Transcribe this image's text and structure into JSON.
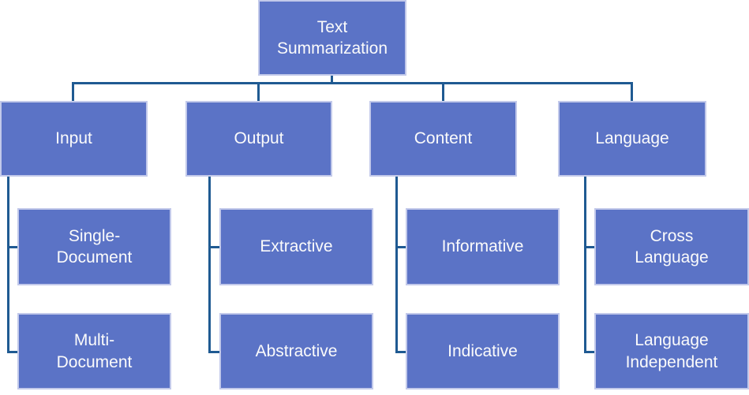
{
  "diagram": {
    "type": "hierarchy",
    "title": "Text Summarization",
    "colors": {
      "node_fill": "#5B73C6",
      "node_border": "#C2C9EA",
      "connector": "#1F5A92",
      "node_text": "#FBFBFB",
      "background": "#FFFFFF"
    },
    "nodes": {
      "root": {
        "label": "Text\nSummarization"
      },
      "input": {
        "label": "Input"
      },
      "output": {
        "label": "Output"
      },
      "content": {
        "label": "Content"
      },
      "language": {
        "label": "Language"
      },
      "single_document": {
        "label": "Single-\nDocument"
      },
      "extractive": {
        "label": "Extractive"
      },
      "informative": {
        "label": "Informative"
      },
      "cross_language": {
        "label": "Cross\nLanguage"
      },
      "multi_document": {
        "label": "Multi-\nDocument"
      },
      "abstractive": {
        "label": "Abstractive"
      },
      "indicative": {
        "label": "Indicative"
      },
      "language_independent": {
        "label": "Language\nIndependent"
      }
    },
    "edges": [
      {
        "from": "root",
        "to": "input"
      },
      {
        "from": "root",
        "to": "output"
      },
      {
        "from": "root",
        "to": "content"
      },
      {
        "from": "root",
        "to": "language"
      },
      {
        "from": "input",
        "to": "single_document"
      },
      {
        "from": "input",
        "to": "multi_document"
      },
      {
        "from": "output",
        "to": "extractive"
      },
      {
        "from": "output",
        "to": "abstractive"
      },
      {
        "from": "content",
        "to": "informative"
      },
      {
        "from": "content",
        "to": "indicative"
      },
      {
        "from": "language",
        "to": "cross_language"
      },
      {
        "from": "language",
        "to": "language_independent"
      }
    ]
  }
}
